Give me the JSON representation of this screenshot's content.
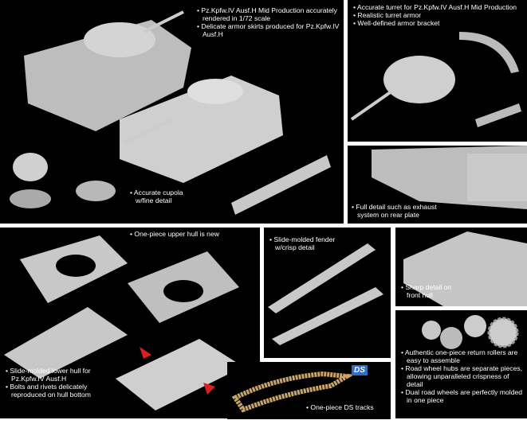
{
  "main_panel": {
    "bullets": [
      "Pz.Kpfw.IV Ausf.H Mid Production accurately rendered in 1/72 scale",
      "Delicate armor skirts produced for Pz.Kpfw.IV Ausf.H"
    ]
  },
  "cupola": {
    "bullets": [
      "Accurate cupola w/fine detail"
    ]
  },
  "turret_panel": {
    "bullets": [
      "Accurate turret for Pz.Kpfw.IV Ausf.H Mid Production",
      "Realistic turret armor",
      "Well-defined armor bracket"
    ]
  },
  "exhaust_panel": {
    "bullets": [
      "Full detail such as exhaust system on rear plate"
    ]
  },
  "upper_hull_panel": {
    "bullets": [
      "One-piece upper hull is new"
    ]
  },
  "lower_hull_panel": {
    "bullets": [
      "Slide-molded lower hull for Pz.Kpfw.IV Ausf.H",
      "Bolts and rivets delicately reproduced on hull bottom"
    ]
  },
  "fender_panel": {
    "bullets": [
      "Slide-molded fender w/crisp detail"
    ]
  },
  "tracks_panel": {
    "bullets": [
      "One-piece DS tracks"
    ],
    "badge": "DS"
  },
  "front_hull_panel": {
    "bullets": [
      "Sharp detail on front hull"
    ]
  },
  "wheels_panel": {
    "bullets": [
      "Authentic one-piece return rollers are easy to assemble",
      "Road wheel hubs are separate pieces, allowing unparalleled crispness of detail",
      "Dual road wheels are perfectly molded in one piece"
    ]
  },
  "colors": {
    "panel": "#000000",
    "model": "#c8c8c8",
    "tracks": "#c9a56a",
    "arrow": "#d92020",
    "ds_badge": "#2a6fc9"
  }
}
